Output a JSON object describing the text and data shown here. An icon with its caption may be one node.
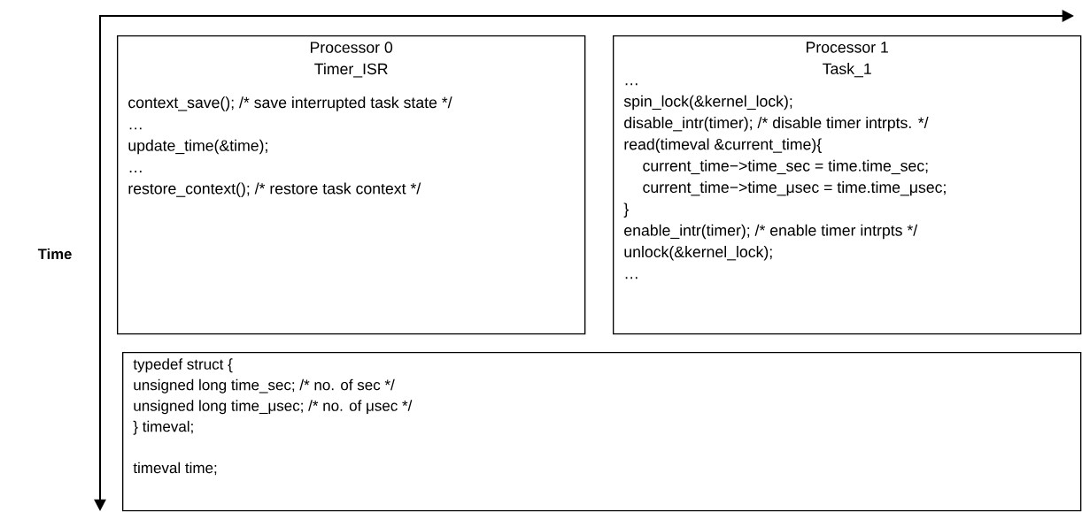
{
  "diagram": {
    "nodes": [
      {
        "text": [
          "Processor 0",
          "Timer_ISR",
          "context_save(); /* save interrupted task state */",
          "…",
          "update_time(&time);",
          "…",
          "restore_context(); /* restore task context */"
        ]
      },
      {
        "text": [
          "Processor 1",
          "Task_1",
          "…",
          "spin_lock(&kernel_lock);",
          "disable_intr(timer); /* disable timer intrpts. */",
          "read(timeval &current_time){",
          "current_time−>time_sec = time.time_sec;",
          "current_time−>time_μsec = time.time_μsec;",
          "}",
          "enable_intr(timer); /* enable timer intrpts */",
          "unlock(&kernel_lock);",
          "…"
        ]
      },
      {
        "text": [
          "typedef struct {",
          "unsigned long time_sec; /* no. of sec */",
          "unsigned long time_μsec; /* no. of μsec */",
          "} timeval;",
          "timeval time;"
        ]
      }
    ],
    "labels": [
      "Time"
    ]
  }
}
